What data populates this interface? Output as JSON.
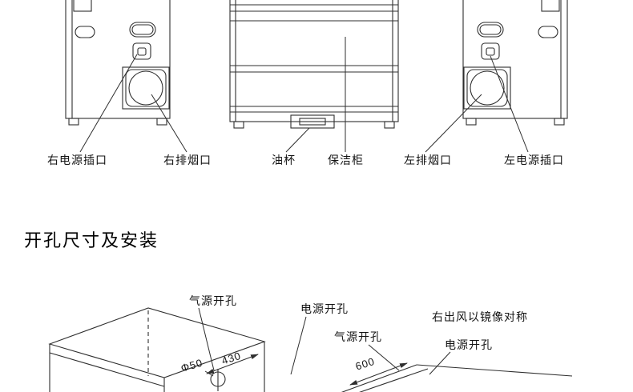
{
  "top_section": {
    "labels": {
      "right_power": "右电源插口",
      "right_exhaust": "右排烟口",
      "oil_cup": "油杯",
      "clean_cabinet": "保洁柜",
      "left_exhaust": "左排烟口",
      "left_power": "左电源插口"
    }
  },
  "heading": "开孔尺寸及安装",
  "install_section": {
    "labels": {
      "gas_hole_1": "气源开孔",
      "power_hole_1": "电源开孔",
      "gas_hole_2": "气源开孔",
      "mirror_note": "右出风以镜像对称",
      "power_hole_2": "电源开孔"
    },
    "dimensions": {
      "d430": "430",
      "phi50": "Φ50",
      "d600": "600"
    }
  },
  "colors": {
    "line": "#2f2f2f",
    "text": "#141414",
    "background": "#ffffff"
  }
}
